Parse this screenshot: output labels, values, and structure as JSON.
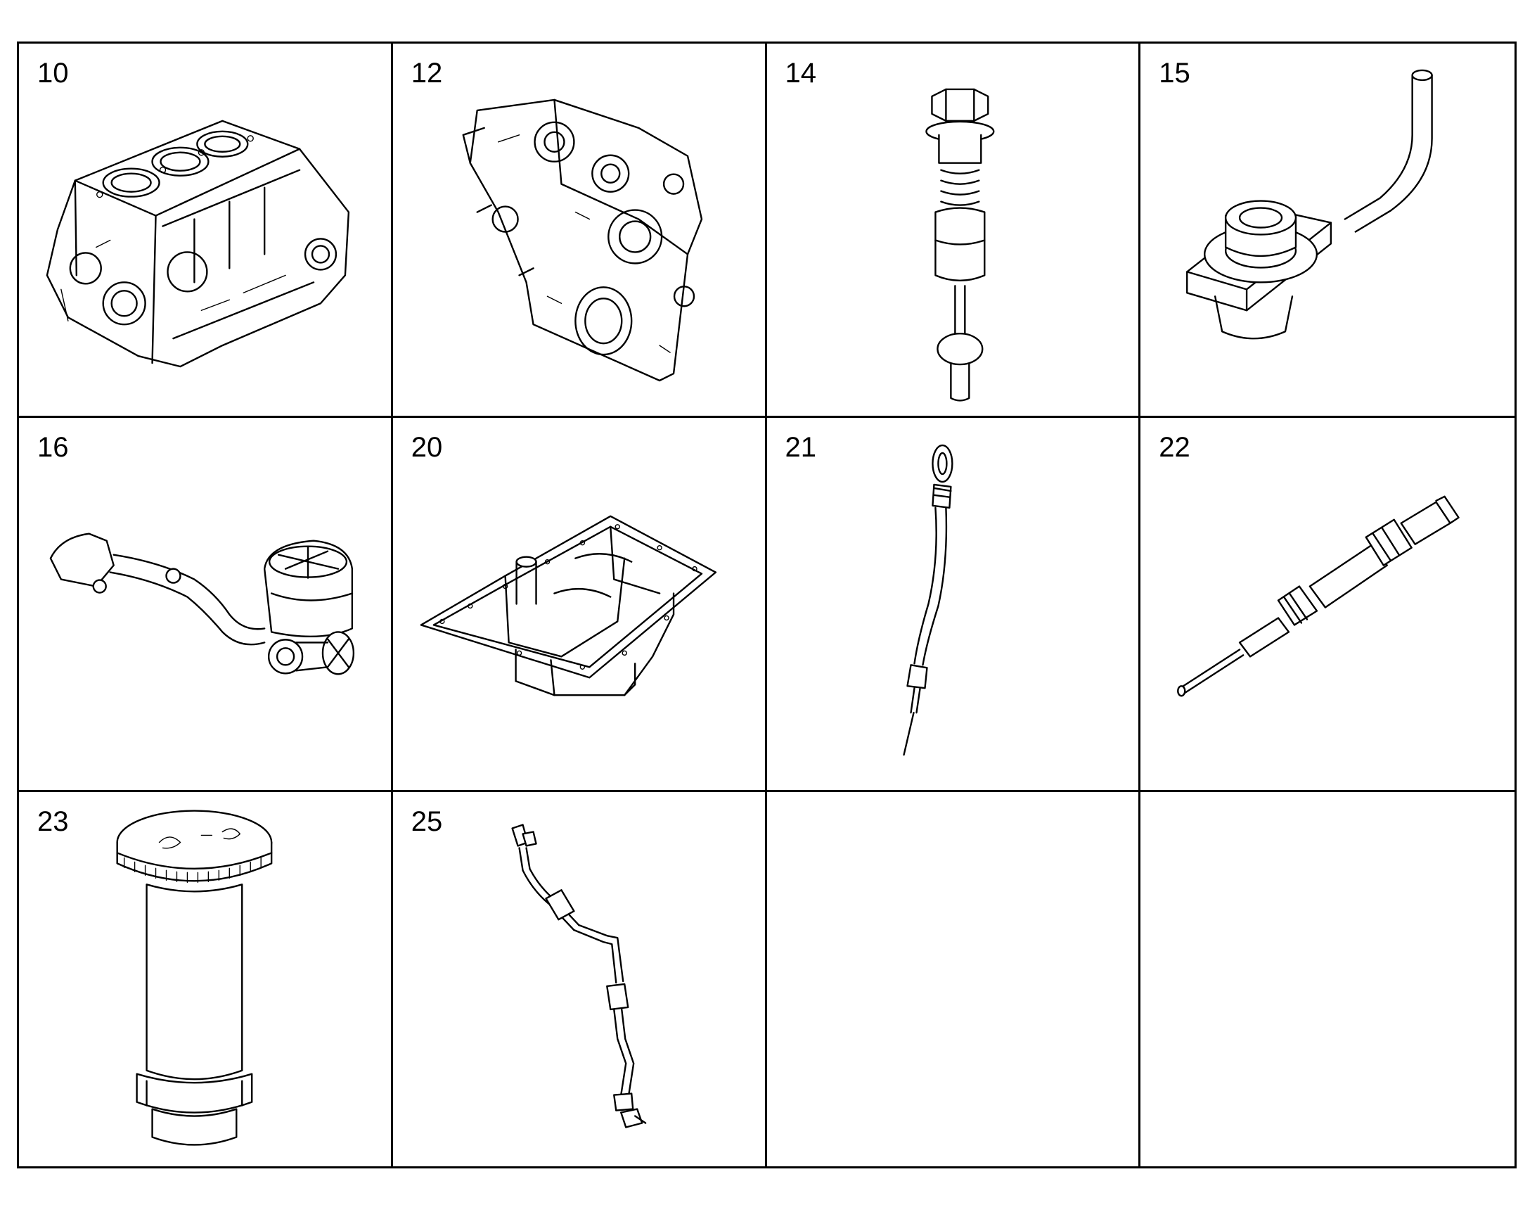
{
  "parts": [
    {
      "number": "10",
      "icon": "engine-block-icon"
    },
    {
      "number": "12",
      "icon": "timing-cover-icon"
    },
    {
      "number": "14",
      "icon": "drain-plug-valve-icon"
    },
    {
      "number": "15",
      "icon": "oil-pickup-tube-icon"
    },
    {
      "number": "16",
      "icon": "breather-pipe-icon"
    },
    {
      "number": "20",
      "icon": "oil-pan-icon"
    },
    {
      "number": "21",
      "icon": "dipstick-icon"
    },
    {
      "number": "22",
      "icon": "oil-level-sensor-icon"
    },
    {
      "number": "23",
      "icon": "oil-filler-cap-icon"
    },
    {
      "number": "25",
      "icon": "sensor-harness-icon"
    },
    {
      "number": "",
      "icon": ""
    },
    {
      "number": "",
      "icon": ""
    }
  ],
  "colors": {
    "line": "#000000",
    "background": "#ffffff"
  }
}
